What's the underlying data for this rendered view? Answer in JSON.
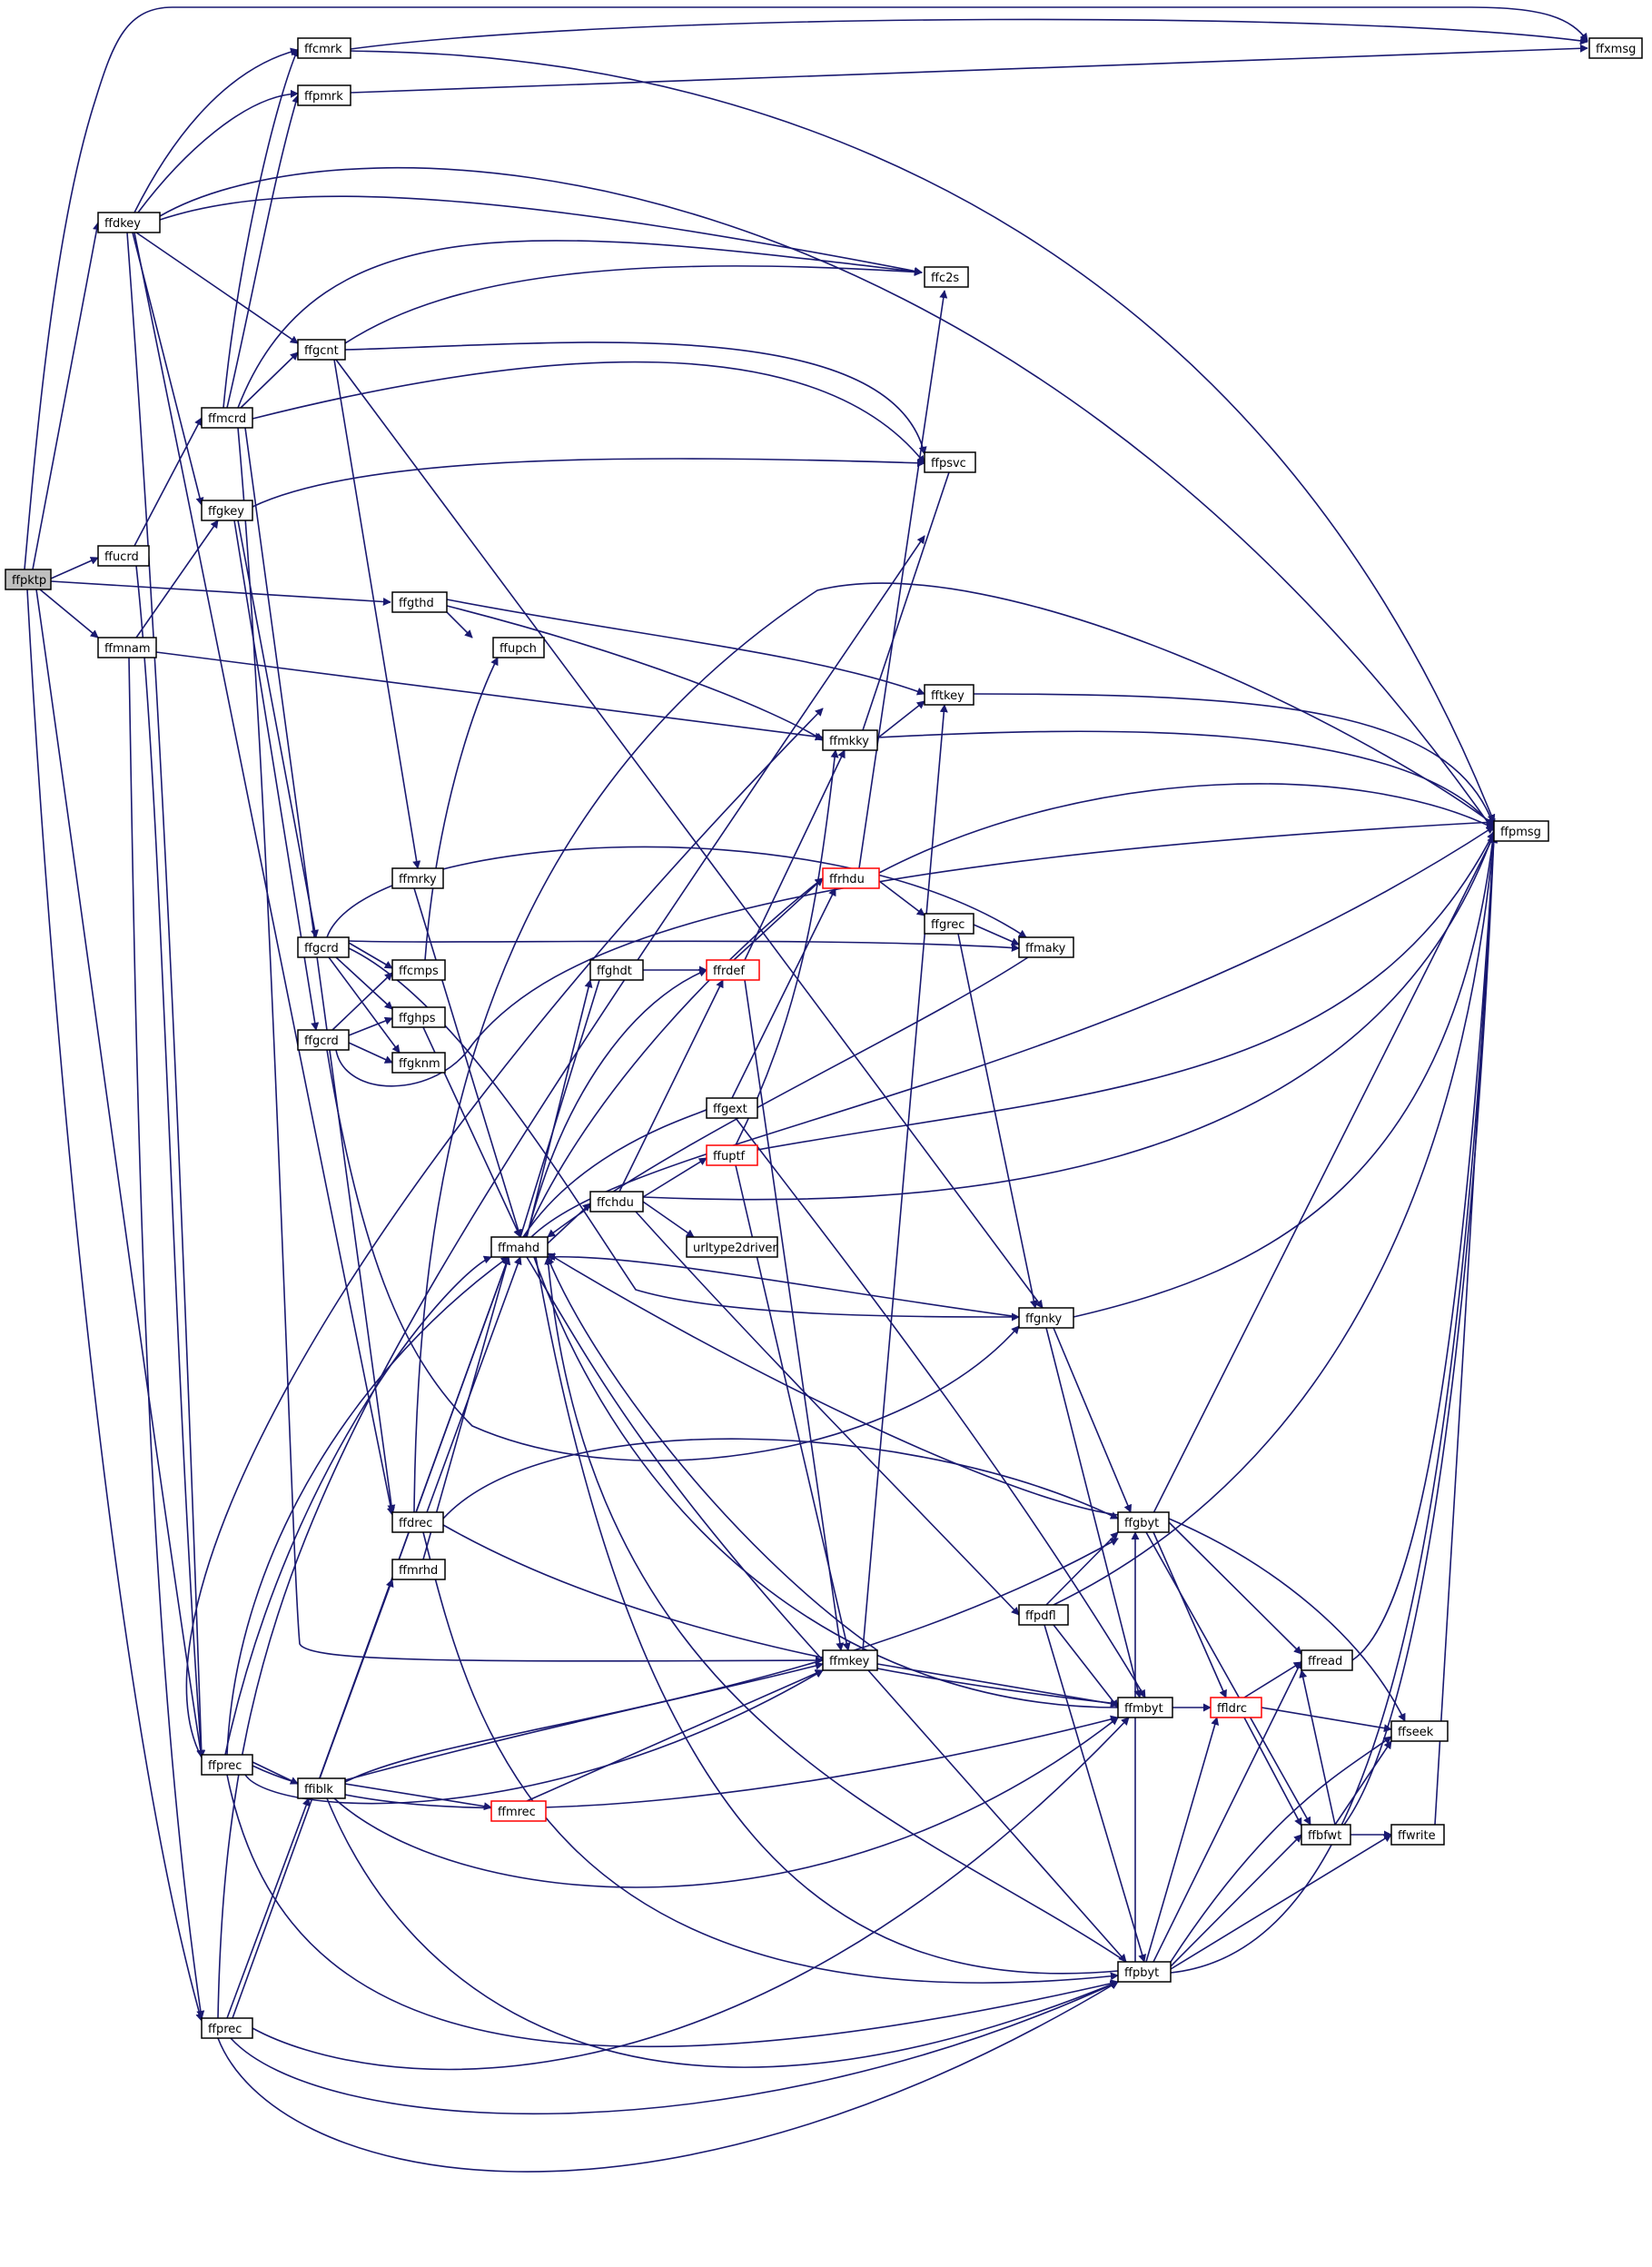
{
  "colors": {
    "edge": "#191970",
    "node_border": "#000000",
    "truncated_border": "#ff0000",
    "root_fill": "#bfbfbf",
    "node_fill": "#ffffff"
  },
  "nodes": [
    {
      "id": "ffpktp",
      "label": "ffpktp",
      "root": true
    },
    {
      "id": "ffdkey",
      "label": "ffdkey"
    },
    {
      "id": "ffucrd",
      "label": "ffucrd"
    },
    {
      "id": "ffmnam",
      "label": "ffmnam"
    },
    {
      "id": "ffgthd",
      "label": "ffgthd"
    },
    {
      "id": "ffprec1",
      "label": "ffprec"
    },
    {
      "id": "ffprec2",
      "label": "ffprec"
    },
    {
      "id": "ffcmrk",
      "label": "ffcmrk"
    },
    {
      "id": "ffpmrk",
      "label": "ffpmrk"
    },
    {
      "id": "ffxmsg",
      "label": "ffxmsg"
    },
    {
      "id": "ffpmsg",
      "label": "ffpmsg"
    },
    {
      "id": "ffc2s",
      "label": "ffc2s"
    },
    {
      "id": "ffgcnt",
      "label": "ffgcnt"
    },
    {
      "id": "ffmcrd",
      "label": "ffmcrd"
    },
    {
      "id": "ffgkey",
      "label": "ffgkey"
    },
    {
      "id": "ffpsvc",
      "label": "ffpsvc"
    },
    {
      "id": "ffupch",
      "label": "ffupch"
    },
    {
      "id": "fftkey",
      "label": "fftkey"
    },
    {
      "id": "ffmkky",
      "label": "ffmkky"
    },
    {
      "id": "ffmrky",
      "label": "ffmrky"
    },
    {
      "id": "ffrhdu",
      "label": "ffrhdu",
      "truncated": true
    },
    {
      "id": "ffgrec",
      "label": "ffgrec"
    },
    {
      "id": "ffmaky",
      "label": "ffmaky"
    },
    {
      "id": "ffgcrd1",
      "label": "ffgcrd"
    },
    {
      "id": "ffcmps",
      "label": "ffcmps"
    },
    {
      "id": "ffghdt",
      "label": "ffghdt"
    },
    {
      "id": "ffrdef",
      "label": "ffrdef",
      "truncated": true
    },
    {
      "id": "ffghps",
      "label": "ffghps"
    },
    {
      "id": "ffgcrd2",
      "label": "ffgcrd"
    },
    {
      "id": "ffgknm",
      "label": "ffgknm"
    },
    {
      "id": "ffgext",
      "label": "ffgext"
    },
    {
      "id": "ffuptf",
      "label": "ffuptf",
      "truncated": true
    },
    {
      "id": "ffchdu",
      "label": "ffchdu"
    },
    {
      "id": "ffmahd",
      "label": "ffmahd"
    },
    {
      "id": "urltype2driver",
      "label": "urltype2driver"
    },
    {
      "id": "ffgnky",
      "label": "ffgnky"
    },
    {
      "id": "ffdrec",
      "label": "ffdrec"
    },
    {
      "id": "ffgbyt",
      "label": "ffgbyt"
    },
    {
      "id": "ffmrhd",
      "label": "ffmrhd"
    },
    {
      "id": "ffpdfl",
      "label": "ffpdfl"
    },
    {
      "id": "ffmkey",
      "label": "ffmkey"
    },
    {
      "id": "ffread",
      "label": "ffread"
    },
    {
      "id": "ffmbyt",
      "label": "ffmbyt"
    },
    {
      "id": "ffldrc",
      "label": "ffldrc",
      "truncated": true
    },
    {
      "id": "ffseek",
      "label": "ffseek"
    },
    {
      "id": "ffiblk",
      "label": "ffiblk"
    },
    {
      "id": "ffmrec",
      "label": "ffmrec",
      "truncated": true
    },
    {
      "id": "ffbfwt",
      "label": "ffbfwt"
    },
    {
      "id": "ffwrite",
      "label": "ffwrite"
    },
    {
      "id": "ffpbyt",
      "label": "ffpbyt"
    }
  ]
}
